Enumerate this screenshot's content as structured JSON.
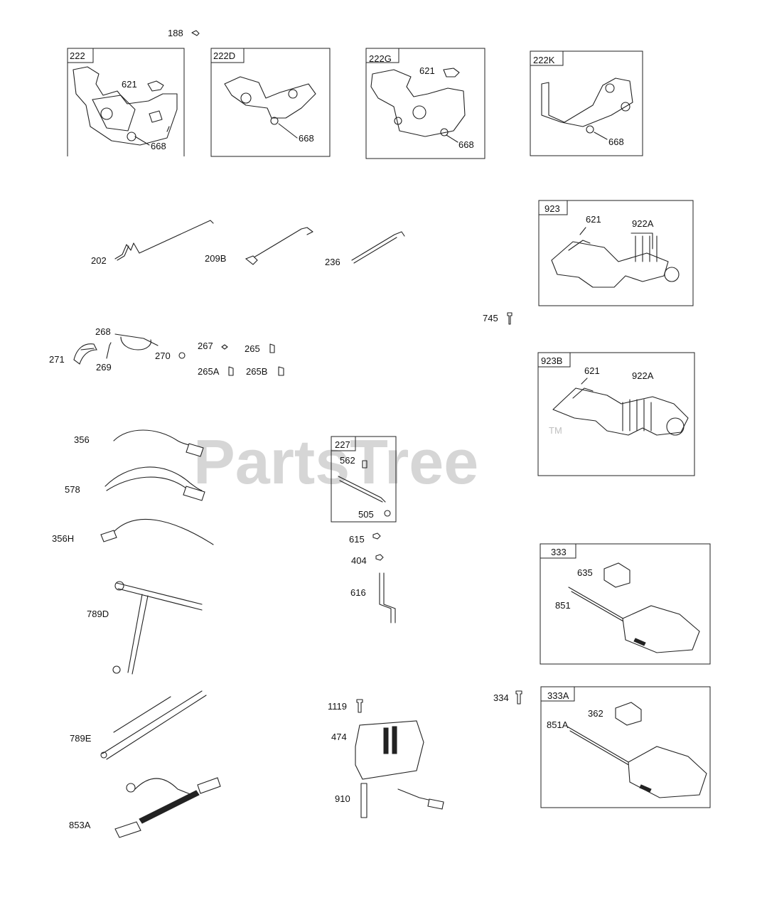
{
  "watermark": {
    "text": "PartsTree",
    "trademark": "TM"
  },
  "boxes": [
    {
      "id": "222",
      "label": "222",
      "callouts": [
        "621",
        "668"
      ]
    },
    {
      "id": "222D",
      "label": "222D",
      "callouts": [
        "668"
      ]
    },
    {
      "id": "222G",
      "label": "222G",
      "callouts": [
        "621",
        "668"
      ]
    },
    {
      "id": "222K",
      "label": "222K",
      "callouts": [
        "668"
      ]
    },
    {
      "id": "923",
      "label": "923",
      "callouts": [
        "621",
        "922A"
      ]
    },
    {
      "id": "923B",
      "label": "923B",
      "callouts": [
        "621",
        "922A"
      ]
    },
    {
      "id": "227",
      "label": "227",
      "callouts": [
        "562",
        "505"
      ]
    },
    {
      "id": "333",
      "label": "333",
      "callouts": [
        "635",
        "851"
      ]
    },
    {
      "id": "333A",
      "label": "333A",
      "callouts": [
        "362",
        "851A"
      ]
    }
  ],
  "parts": {
    "p188": "188",
    "p202": "202",
    "p209B": "209B",
    "p236": "236",
    "p745": "745",
    "p268": "268",
    "p271": "271",
    "p269": "269",
    "p270": "270",
    "p267": "267",
    "p265": "265",
    "p265A": "265A",
    "p265B": "265B",
    "p356": "356",
    "p578": "578",
    "p356H": "356H",
    "p789D": "789D",
    "p789E": "789E",
    "p853A": "853A",
    "p615": "615",
    "p404": "404",
    "p616": "616",
    "p1119": "1119",
    "p474": "474",
    "p910": "910",
    "p334": "334"
  }
}
